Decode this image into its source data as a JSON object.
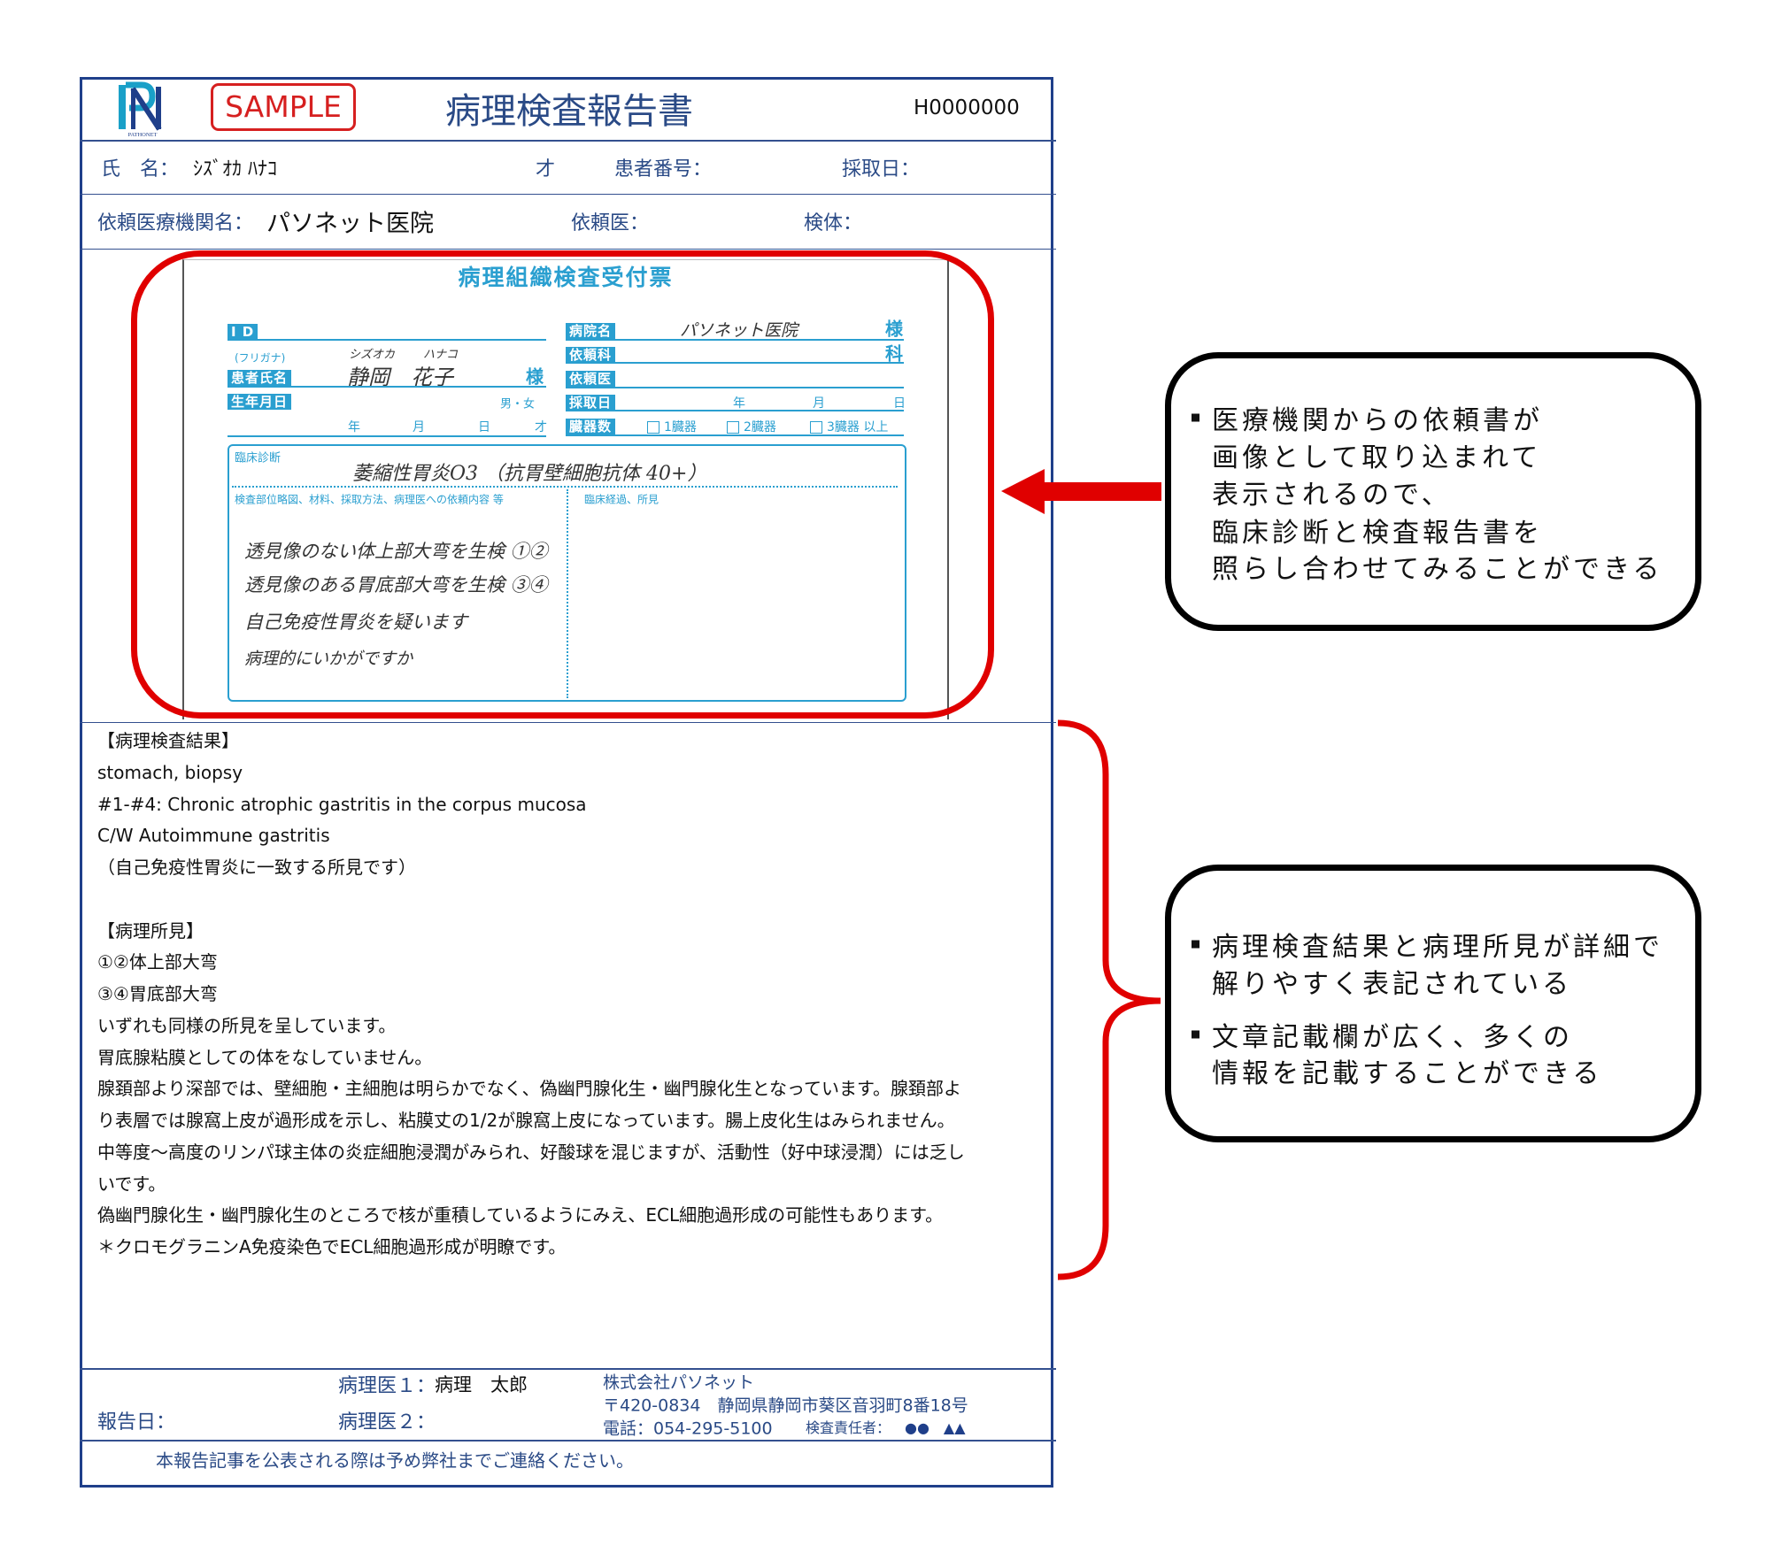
{
  "header": {
    "logo_text": "PATHONET",
    "sample_badge": "SAMPLE",
    "title": "病理検査報告書",
    "report_id": "H0000000"
  },
  "patient_row": {
    "name_label": "氏　名：",
    "name_value": "ｼｽﾞｵｶ ﾊﾅｺ",
    "age_unit": "才",
    "patient_no_label": "患者番号：",
    "collection_date_label": "採取日："
  },
  "org_row": {
    "institution_label": "依頼医療機関名：",
    "institution_value": "パソネット医院",
    "doctor_label": "依頼医：",
    "specimen_label": "検体："
  },
  "request_form": {
    "title": "病理組織検査受付票",
    "id_label": "I D",
    "furigana_label": "(フリガナ)",
    "furigana_value_1": "シズオカ",
    "furigana_value_2": "ハナコ",
    "patient_name_label": "患者氏名",
    "patient_name_value": "静岡　花子",
    "sama": "様",
    "birthdate_label": "生年月日",
    "sex": "男・女",
    "year": "年",
    "month": "月",
    "day": "日",
    "age": "才",
    "hospital_label": "病院名",
    "hospital_value": "パソネット医院",
    "dept_label": "依頼科",
    "dept_suffix": "科",
    "doctor_label": "依頼医",
    "collection_label": "採取日",
    "organs_label": "臓器数",
    "organs_options": [
      "1臓器",
      "2臓器",
      "3臓器 以上"
    ],
    "clinical_dx_label": "臨床診断",
    "clinical_dx_value": "萎縮性胃炎O3 （抗胃壁細胞抗体 40+）",
    "request_section_label": "検査部位略図、材料、採取方法、病理医への依頼内容 等",
    "course_section_label": "臨床経過、所見",
    "handwritten_lines": [
      "透見像のない体上部大弯を生検 ①②",
      "透見像のある胃底部大弯を生検 ③④",
      "自己免疫性胃炎を疑います",
      "病理的にいかがですか"
    ]
  },
  "results": {
    "lines": [
      "【病理検査結果】",
      "stomach, biopsy",
      "#1-#4: Chronic atrophic gastritis in the corpus mucosa",
      "C/W Autoimmune gastritis",
      "（自己免疫性胃炎に一致する所見です）",
      "",
      "【病理所見】",
      "①②体上部大弯",
      "③④胃底部大弯",
      "いずれも同様の所見を呈しています。",
      "胃底腺粘膜としての体をなしていません。",
      "腺頚部より深部では、壁細胞・主細胞は明らかでなく、偽幽門腺化生・幽門腺化生となっています。腺頚部よ",
      "り表層では腺窩上皮が過形成を示し、粘膜丈の1/2が腺窩上皮になっています。腸上皮化生はみられません。",
      "中等度～高度のリンパ球主体の炎症細胞浸潤がみられ、好酸球を混じますが、活動性（好中球浸潤）には乏し",
      "いです。",
      "偽幽門腺化生・幽門腺化生のところで核が重積しているようにみえ、ECL細胞過形成の可能性もあります。",
      "＊クロモグラニンA免疫染色でECL細胞過形成が明瞭です。"
    ]
  },
  "footer": {
    "report_date_label": "報告日：",
    "pathologist1_label": "病理医１：",
    "pathologist1_value": "病理　太郎",
    "pathologist2_label": "病理医２：",
    "company": "株式会社パソネット",
    "address": "〒420-0834　静岡県静岡市葵区音羽町8番18号",
    "phone": "電話：054-295-5100",
    "manager_label": "検査責任者：",
    "manager_value": "●●　▲▲",
    "notice": "本報告記事を公表される際は予め弊社までご連絡ください。"
  },
  "callouts": [
    {
      "bullets": [
        [
          "医療機関からの依頼書が",
          "画像として取り込まれて",
          "表示されるので、",
          "臨床診断と検査報告書を",
          "照らし合わせてみることができる"
        ]
      ]
    },
    {
      "bullets": [
        [
          "病理検査結果と病理所見が詳細で",
          "解りやすく表記されている"
        ],
        [
          "文章記載欄が広く、多くの",
          "情報を記載することができる"
        ]
      ]
    }
  ],
  "colors": {
    "navy": "#1f3f8a",
    "highlight_red": "#e00000",
    "form_blue": "#2a9fd0"
  }
}
